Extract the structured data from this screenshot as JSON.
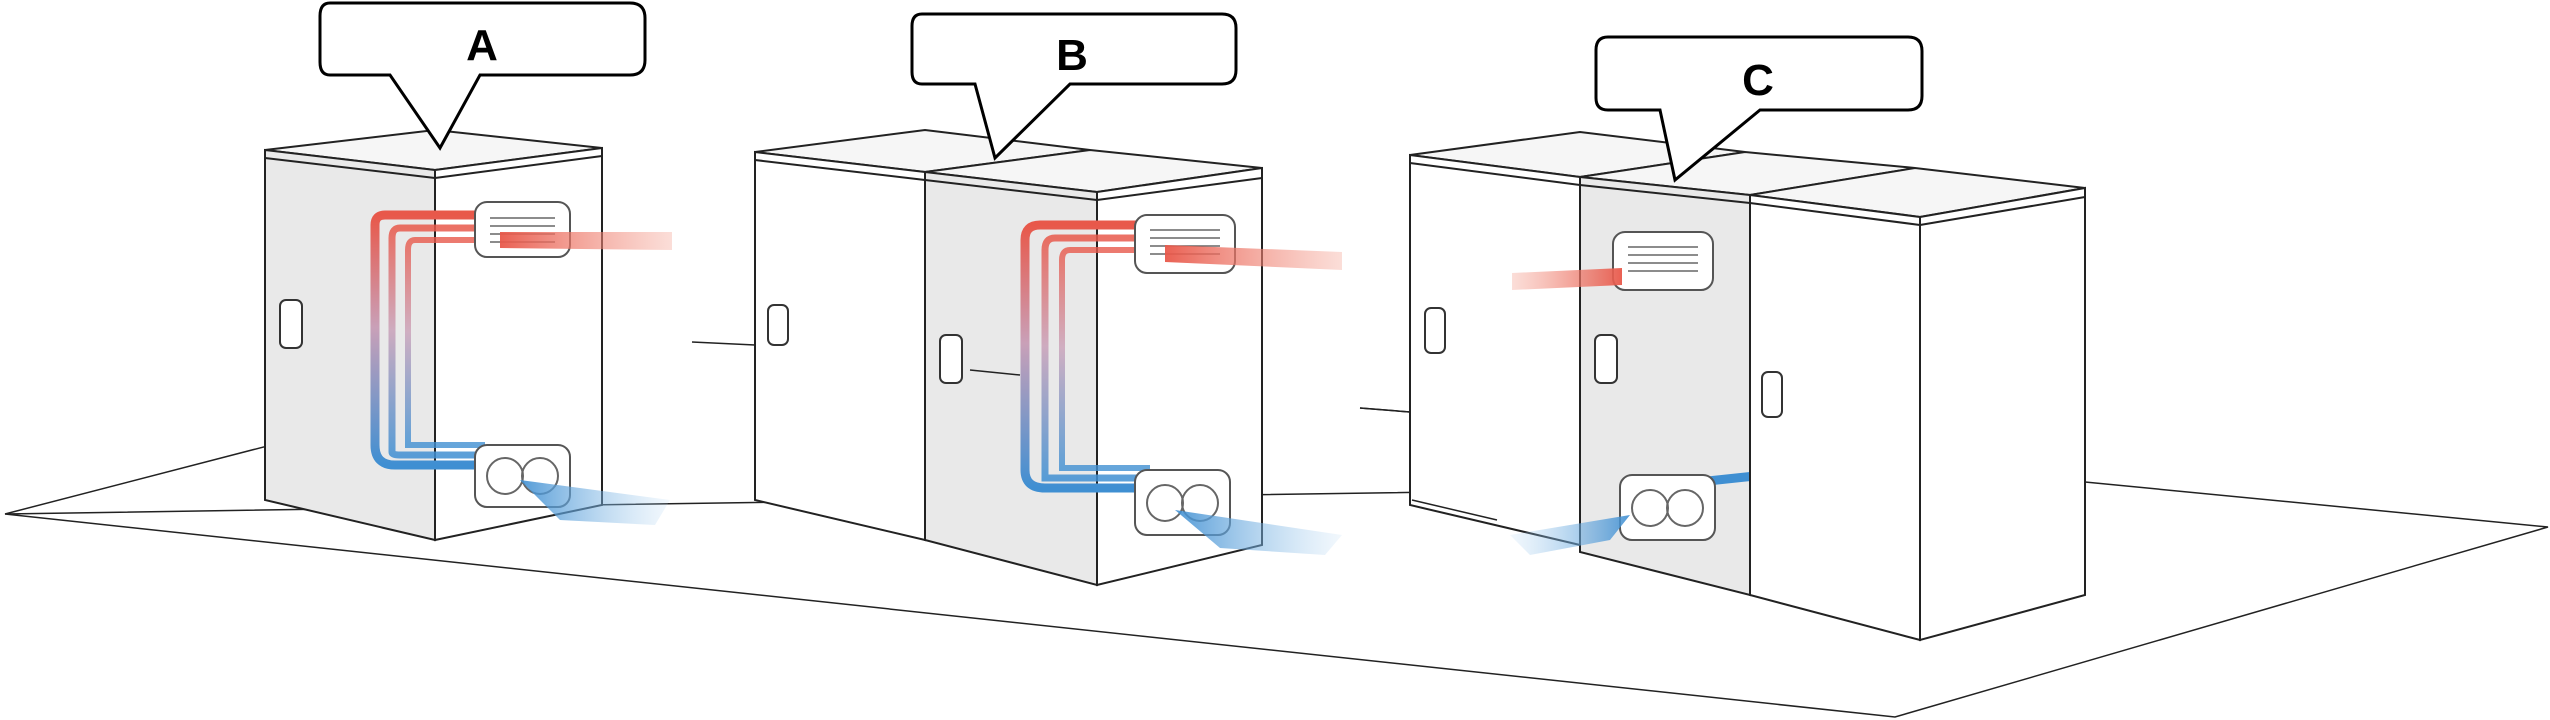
{
  "labels": {
    "a": "A",
    "b": "B",
    "c": "C"
  },
  "colors": {
    "hot_air": "#e8584a",
    "cold_air": "#3f8fd2",
    "cabinet_face": "#e9e9e9",
    "outline": "#222222"
  }
}
